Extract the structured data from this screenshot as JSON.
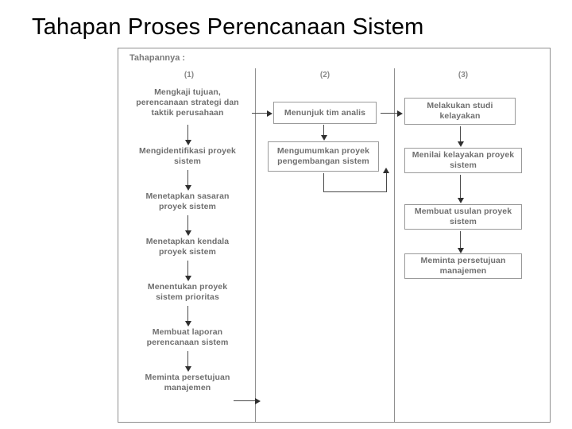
{
  "slide": {
    "title": "Tahapan Proses Perencanaan Sistem"
  },
  "diagram": {
    "caption": "Tahapannya :",
    "column_headers": [
      "(1)",
      "(2)",
      "(3)"
    ],
    "columns": [
      {
        "header": "(1)",
        "nodes": [
          "Mengkaji tujuan,\nperencanaan strategi dan\ntaktik perusahaan",
          "Mengidentifikasi proyek\nsistem",
          "Menetapkan sasaran\nproyek sistem",
          "Menetapkan kendala\nproyek sistem",
          "Menentukan proyek\nsistem prioritas",
          "Membuat laporan\nperencanaan sistem",
          "Meminta persetujuan\nmanajemen"
        ]
      },
      {
        "header": "(2)",
        "nodes": [
          "Menunjuk tim analis",
          "Mengumumkan proyek\npengembangan sistem"
        ]
      },
      {
        "header": "(3)",
        "nodes": [
          "Melakukan studi\nkelayakan",
          "Menilai kelayakan proyek\nsistem",
          "Membuat usulan proyek\nsistem",
          "Meminta persetujuan\nmanajemen"
        ]
      }
    ],
    "colors": {
      "frame_border": "#8f8f8f",
      "node_text": "#6f6f6f",
      "arrow": "#2f2f2f",
      "header_text": "#8a8a8a"
    }
  }
}
